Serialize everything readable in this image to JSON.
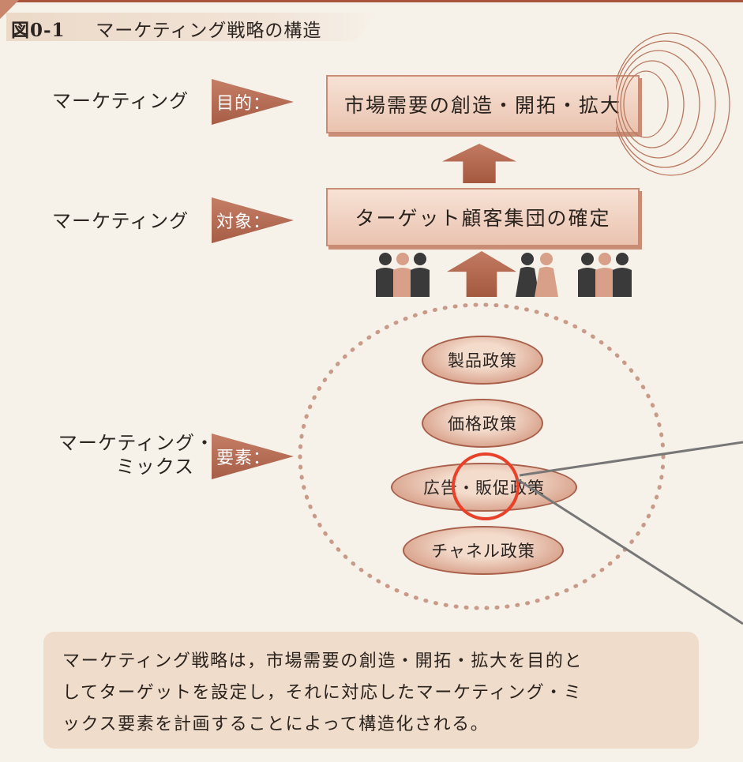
{
  "figure": {
    "number": "図0-1",
    "title": "マーケティング戦略の構造"
  },
  "rows": [
    {
      "label": "マーケティング",
      "tag": "目的：",
      "box": "市場需要の創造・開拓・拡大"
    },
    {
      "label": "マーケティング",
      "tag": "対象：",
      "box": "ターゲット顧客集団の確定"
    },
    {
      "label_line1": "マーケティング・",
      "label_line2": "ミックス",
      "tag": "要素："
    }
  ],
  "mix_elements": [
    "製品政策",
    "価格政策",
    "広告・販促政策",
    "チャネル政策"
  ],
  "caption_lines": [
    "マーケティング戦略は，市場需要の創造・開拓・拡大を目的と",
    "してターゲットを設定し，それに対応したマーケティング・ミ",
    "ックス要素を計画することによって構造化される。"
  ],
  "colors": {
    "accent": "#a75d46",
    "box_fill": "#f1d3c3",
    "highlight": "#e8412a",
    "people_dark": "#3a3a3a",
    "people_light": "#d8a089"
  },
  "icons": [
    "concentric-rings-icon",
    "people-group-icon",
    "up-arrow-icon",
    "triangle-arrow-icon"
  ]
}
